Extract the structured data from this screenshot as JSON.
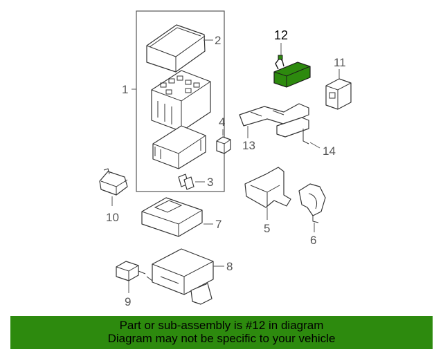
{
  "callouts": [
    "1",
    "2",
    "3",
    "4",
    "5",
    "6",
    "7",
    "8",
    "9",
    "10",
    "11",
    "12",
    "13",
    "14"
  ],
  "highlight_part": "12",
  "colors": {
    "highlight": "#2d8a0e",
    "banner": "#2d8a0e",
    "line": "#333333",
    "label": "#555555"
  },
  "banner": {
    "line1": "Part or sub-assembly is #12 in diagram",
    "line2": "Diagram may not be specific to your vehicle"
  }
}
